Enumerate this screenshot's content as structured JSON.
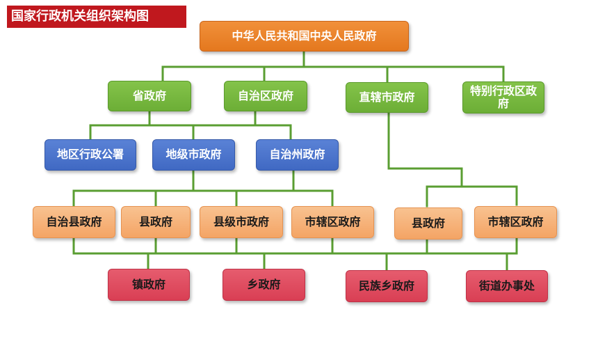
{
  "title": "国家行政机关组织架构图",
  "colors": {
    "line": "#5a9e32",
    "title_bg": "#c0181e",
    "orange": "#ee8530",
    "green": "#76b841",
    "blue": "#4a74cc",
    "peach": "#f6b478",
    "red": "#de4a5e"
  },
  "nodes": {
    "central": "中华人民共和国中央人民政府",
    "province": "省政府",
    "autonomous_region": "自治区政府",
    "municipality": "直辖市政府",
    "sar": "特别行政区政府",
    "prefecture_office": "地区行政公署",
    "prefecture_city": "地级市政府",
    "autonomous_prefecture": "自治州政府",
    "autonomous_county": "自治县政府",
    "county_1": "县政府",
    "county_city": "县级市政府",
    "city_district_1": "市辖区政府",
    "county_2": "县政府",
    "city_district_2": "市辖区政府",
    "town": "镇政府",
    "township": "乡政府",
    "ethnic_township": "民族乡政府",
    "subdistrict_office": "街道办事处"
  }
}
